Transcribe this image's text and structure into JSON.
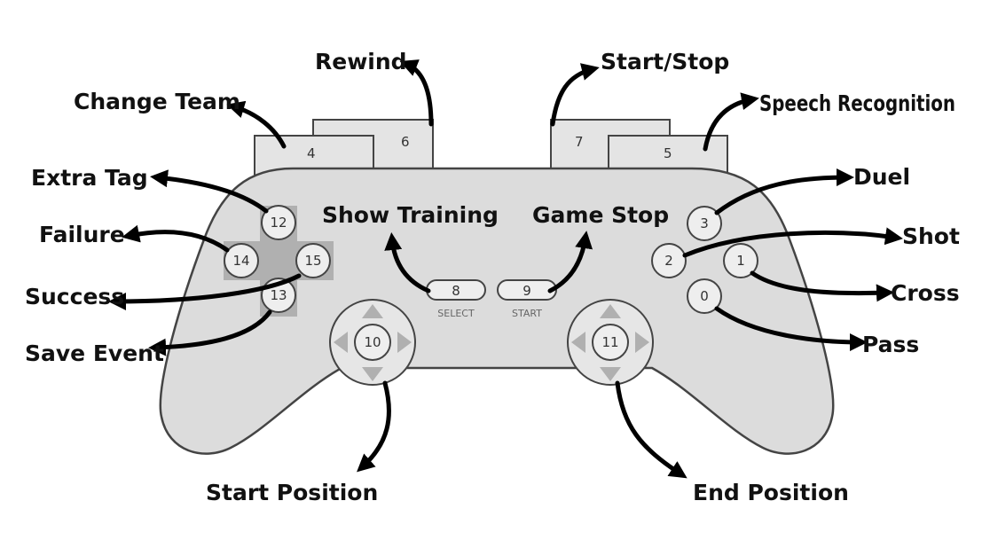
{
  "buttons": {
    "b0": "0",
    "b1": "1",
    "b2": "2",
    "b3": "3",
    "b4": "4",
    "b5": "5",
    "b6": "6",
    "b7": "7",
    "b8": "8",
    "b9": "9",
    "b10": "10",
    "b11": "11",
    "b12": "12",
    "b13": "13",
    "b14": "14",
    "b15": "15",
    "select_caption": "SELECT",
    "start_caption": "START"
  },
  "labels": {
    "rewind": "Rewind",
    "change_team": "Change Team",
    "start_stop": "Start/Stop",
    "speech_recognition": "Speech Recognition",
    "extra_tag": "Extra Tag",
    "failure": "Failure",
    "success": "Success",
    "save_event": "Save Event",
    "show_training": "Show Training",
    "game_stop": "Game Stop",
    "duel": "Duel",
    "shot": "Shot",
    "cross": "Cross",
    "pass": "Pass",
    "start_position": "Start Position",
    "end_position": "End Position"
  },
  "colors": {
    "body_fill": "#dcdcdc",
    "outline": "#444444",
    "button_fill": "#eeeeee",
    "dpad_gray": "#b0b0b0",
    "arrow": "#000000"
  }
}
